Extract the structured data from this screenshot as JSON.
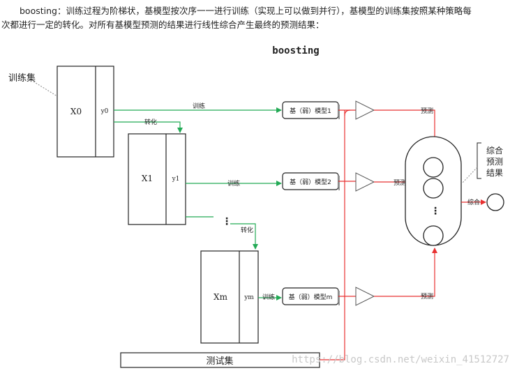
{
  "intro": {
    "term": "boosting",
    "line1_rest": "：训练过程为阶梯状，基模型按次序一一进行训练（实现上可以做到并行），基模型的训练集按照某种策略每",
    "line2": "次都进行一定的转化。对所有基模型预测的结果进行线性综合产生最终的预测结果："
  },
  "diagram": {
    "title": "boosting",
    "train_set_label": "训练集",
    "sets": [
      {
        "x": "X0",
        "y": "y0"
      },
      {
        "x": "X1",
        "y": "y1"
      },
      {
        "x": "Xm",
        "y": "ym"
      }
    ],
    "transform_label": "转化",
    "train_label": "训练",
    "models": [
      "基（弱）模型1",
      "基（弱）模型2",
      "基（弱）模型m"
    ],
    "predict_label": "预测",
    "combine_label": "综合",
    "result_label": [
      "综合",
      "预测",
      "结果"
    ],
    "test_set_label": "测试集",
    "ellipsis": "⋮",
    "watermark": "https://blog.csdn.net/weixin_41512727"
  },
  "colors": {
    "train_arrow": "#22aa55",
    "predict_arrow": "#e83030",
    "stroke": "#222222"
  }
}
